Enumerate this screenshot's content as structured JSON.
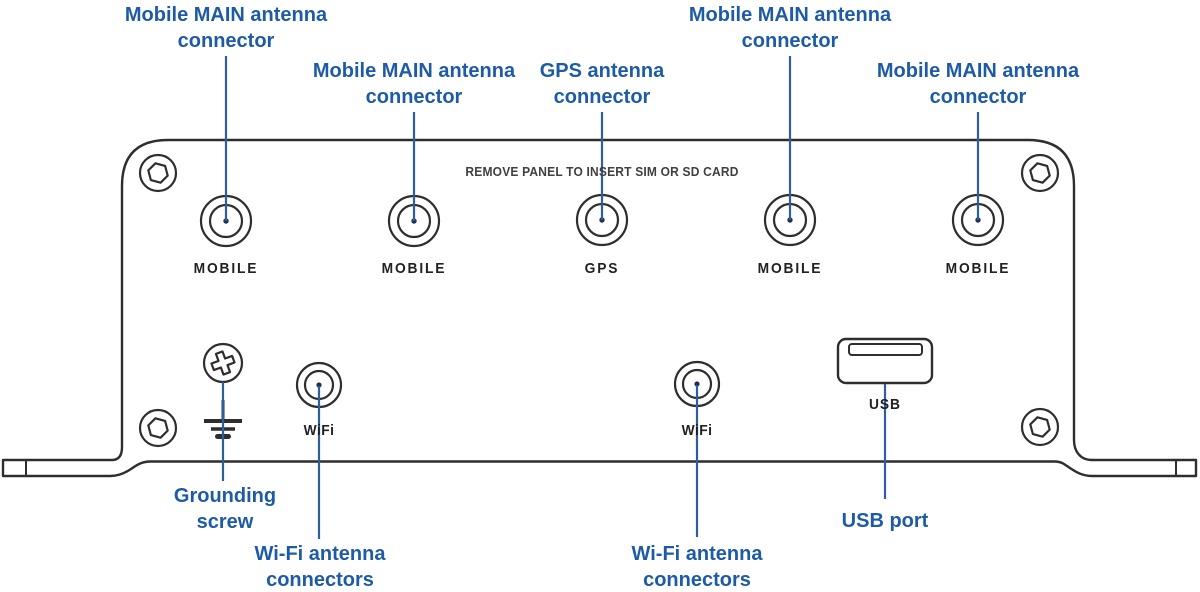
{
  "colors": {
    "callout": "#1e5ba6",
    "leader": "#2f5e9e",
    "outline": "#2e2e2e",
    "port_label": "#222222",
    "notice": "#404040",
    "background": "#ffffff"
  },
  "panel": {
    "notice": "REMOVE PANEL TO INSERT SIM OR SD CARD"
  },
  "port_labels": {
    "mobile1": "MOBILE",
    "mobile2": "MOBILE",
    "gps": "GPS",
    "mobile3": "MOBILE",
    "mobile4": "MOBILE",
    "wifi1": "WiFi",
    "wifi2": "WiFi",
    "usb": "USB"
  },
  "callouts": {
    "mobile1": "Mobile MAIN antenna connector",
    "mobile2": "Mobile MAIN antenna connector",
    "gps": "GPS antenna connector",
    "mobile3": "Mobile MAIN antenna connector",
    "mobile4": "Mobile MAIN antenna connector",
    "grounding": "Grounding screw",
    "wifi1": "Wi-Fi antenna connectors",
    "wifi2": "Wi-Fi antenna connectors",
    "usb": "USB port"
  }
}
